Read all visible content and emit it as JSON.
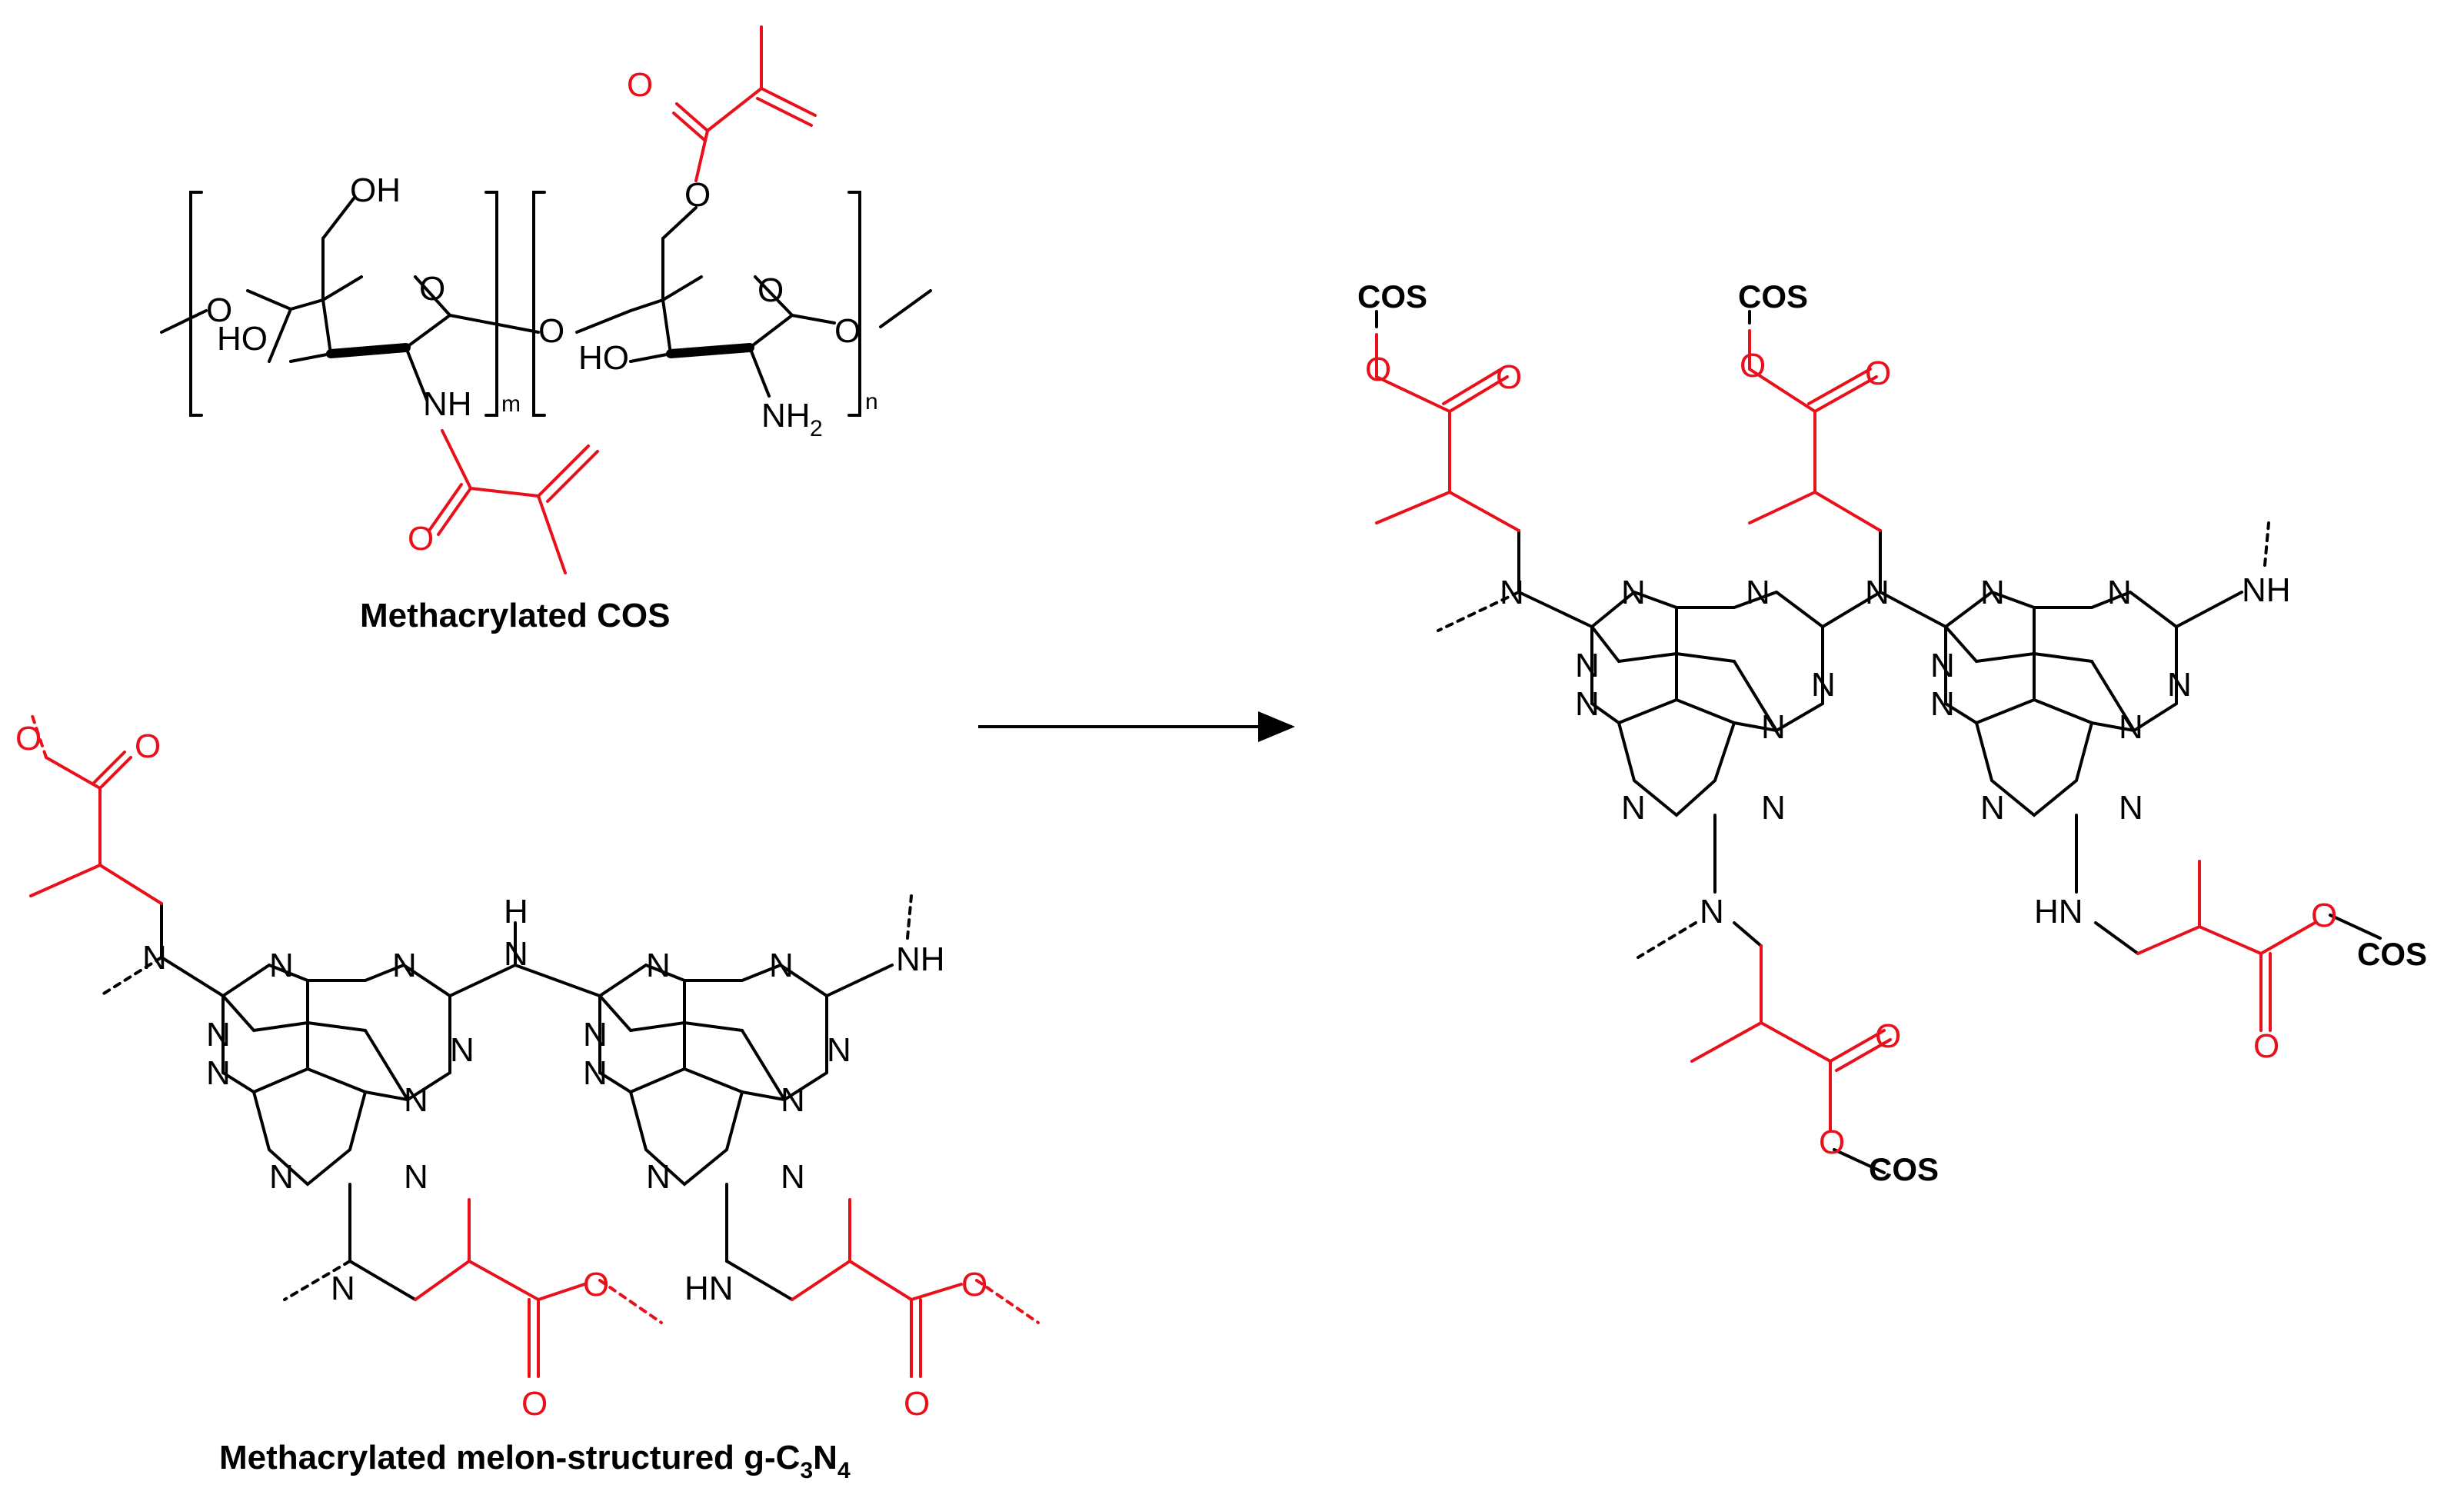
{
  "labels": {
    "methacrylated_cos": "Methacrylated COS",
    "gcn_caption_prefix": "Methacrylated melon-structured g-C",
    "gcn_caption_sub1": "3",
    "gcn_caption_mid": "N",
    "gcn_caption_sub2": "4",
    "cos": "COS",
    "oh": "OH",
    "ho": "HO",
    "o": "O",
    "n": "N",
    "nh": "NH",
    "hn": "HN",
    "h": "H",
    "nh2_base": "NH",
    "nh2_sub": "2",
    "m": "m",
    "n_repeat": "n"
  },
  "colors": {
    "black": "#000000",
    "red": "#e8101a"
  }
}
